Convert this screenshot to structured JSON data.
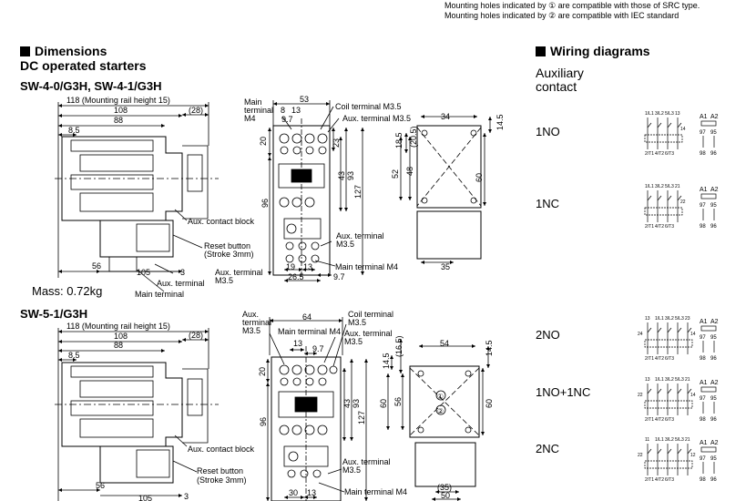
{
  "notes": {
    "line1": "Mounting holes indicated by ① are compatible with those of SRC type.",
    "line2": "Mounting holes indicated by ② are compatible with IEC standard"
  },
  "dimensions": {
    "heading": "Dimensions",
    "subheading": "DC operated starters",
    "section1": {
      "model": "SW-4-0/G3H, SW-4-1/G3H",
      "mass": "Mass: 0.72kg",
      "side": {
        "rail": "118 (Mounting rail height 15)",
        "d108": "108",
        "d88": "88",
        "d85": "8.5",
        "d28": "(28)",
        "d56": "56",
        "d105": "105",
        "d3": "3",
        "aux_block": "Aux. contact block",
        "reset1": "Reset button",
        "reset2": "(Stroke 3mm)",
        "aux_term1": "Aux. terminal",
        "aux_term2": "M3.5",
        "aux_term_low": "Aux. terminal",
        "main_term": "Main terminal"
      },
      "front": {
        "main1": "Main",
        "main2": "terminal",
        "main3": "M4",
        "coil": "Coil terminal M3.5",
        "aux": "Aux. terminal M3.5",
        "d53": "53",
        "d8": "8",
        "d13": "13",
        "d97": "9.7",
        "d20": "20",
        "d23": "23",
        "d43": "43",
        "d93": "93",
        "d127": "127",
        "d96": "96",
        "aux_r1": "Aux. terminal",
        "aux_r2": "M3.5",
        "d19": "19",
        "d13b": "13",
        "d265": "26.5",
        "d97b": "9.7",
        "main_m4": "Main terminal M4"
      },
      "mount": {
        "d34": "34",
        "d145": "14.5",
        "d185": "18.5",
        "d205": "(20.5)",
        "d52": "52",
        "d48": "48",
        "d60": "60",
        "d35": "35"
      }
    },
    "section2": {
      "model": "SW-5-1/G3H",
      "side": {
        "rail": "118 (Mounting rail height 15)",
        "d108": "108",
        "d88": "88",
        "d85": "8.5",
        "d28": "(28)",
        "d56": "56",
        "d105": "105",
        "d3": "3",
        "aux_block": "Aux. contact block",
        "reset1": "Reset button",
        "reset2": "(Stroke 3mm)"
      },
      "front": {
        "aux1": "Aux.",
        "aux2": "terminal",
        "aux3": "M3.5",
        "d64": "64",
        "coil1": "Coil terminal",
        "coil2": "M3.5",
        "main_m4": "Main terminal M4",
        "auxr1": "Aux. terminal",
        "auxr2": "M3.5",
        "d13": "13",
        "d97": "9.7",
        "d20": "20",
        "d43": "43",
        "d93": "93",
        "d127": "127",
        "d96": "96",
        "aux_low1": "Aux. terminal",
        "aux_low2": "M3.5",
        "d30": "30",
        "d13b": "13",
        "main_low": "Main terminal M4"
      },
      "mount": {
        "d165": "(16.5)",
        "d145a": "14.5",
        "d54": "54",
        "d145b": "14.5",
        "d60a": "60",
        "d56": "56",
        "d60b": "60",
        "m1": "①",
        "m2": "②",
        "d35": "(35)",
        "d50": "50"
      }
    }
  },
  "wiring": {
    "heading": "Wiring diagrams",
    "aux_label1": "Auxiliary",
    "aux_label2": "contact",
    "rows": [
      {
        "label": "1NO",
        "top": [
          "1/L1",
          "3/L2",
          "5/L3",
          "13"
        ],
        "bot": [
          "2/T1",
          "4/T2",
          "6/T3"
        ],
        "a1": "A1",
        "a2": "A2",
        "s1": "97",
        "s2": "95",
        "s3": "98",
        "s4": "96",
        "c": "14"
      },
      {
        "label": "1NC",
        "top": [
          "1/L1",
          "3/L2",
          "5/L3",
          "21"
        ],
        "bot": [
          "2/T1",
          "4/T2",
          "6/T3"
        ],
        "a1": "A1",
        "a2": "A2",
        "s1": "97",
        "s2": "95",
        "s3": "98",
        "s4": "96",
        "c": "22"
      },
      {
        "label": "2NO",
        "top": [
          "13",
          "1/L1",
          "3/L2",
          "5/L3",
          "23"
        ],
        "bot": [
          "2/T1",
          "4/T2",
          "6/T3"
        ],
        "a1": "A1",
        "a2": "A2",
        "s1": "97",
        "s2": "95",
        "s3": "98",
        "s4": "96",
        "c": "14",
        "c2": "24"
      },
      {
        "label": "1NO+1NC",
        "top": [
          "13",
          "1/L1",
          "3/L2",
          "5/L3",
          "21"
        ],
        "bot": [
          "2/T1",
          "4/T2",
          "6/T3"
        ],
        "a1": "A1",
        "a2": "A2",
        "s1": "97",
        "s2": "95",
        "s3": "98",
        "s4": "96",
        "c": "14",
        "c2": "22"
      },
      {
        "label": "2NC",
        "top": [
          "11",
          "1/L1",
          "3/L2",
          "5/L3",
          "21"
        ],
        "bot": [
          "2/T1",
          "4/T2",
          "6/T3"
        ],
        "a1": "A1",
        "a2": "A2",
        "s1": "97",
        "s2": "95",
        "s3": "98",
        "s4": "96",
        "c": "12",
        "c2": "22"
      }
    ]
  }
}
